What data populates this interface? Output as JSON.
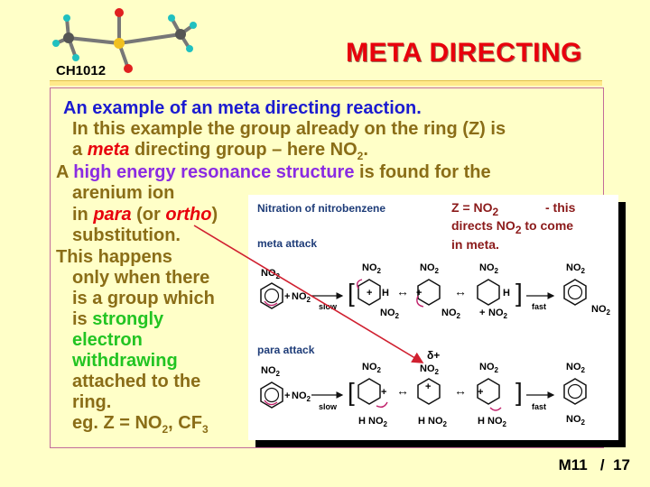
{
  "header": {
    "course_code": "CH1012",
    "title": "META DIRECTING"
  },
  "body": {
    "intro": "An example of an meta directing reaction.",
    "line2": "In this example the group already on the ring (Z) is",
    "line3_a": "a ",
    "line3_meta": "meta",
    "line3_b": " directing group – here NO",
    "line3_sub": "2",
    "line3_end": ".",
    "line4_a": "A ",
    "line4_hl": "high energy resonance structure",
    "line4_b": " is found for the",
    "line5": "arenium ion",
    "line6_a": "in ",
    "line6_para": "para",
    "line6_b": " (or ",
    "line6_ortho": "ortho",
    "line6_c": ")",
    "line7": "substitution.",
    "line8": "This happens",
    "line9": "only when there",
    "line10": "is a group which",
    "line11_a": "is ",
    "line11_hl": "strongly",
    "line12": "electron",
    "line13": "withdrawing",
    "line14": "attached to the",
    "line15": "ring.",
    "eg_a": "eg. Z = NO",
    "eg_sub1": "2",
    "eg_b": ", CF",
    "eg_sub2": "3"
  },
  "diagram": {
    "title": "Nitration of nitrobenzene",
    "meta_label": "meta attack",
    "para_label": "para attack",
    "slow": "slow",
    "fast": "fast",
    "no2": "NO",
    "no2_sub": "2",
    "h": "H",
    "plus": "+",
    "delta": "δ+"
  },
  "note": {
    "z": "Z = NO",
    "z_sub": "2",
    "this": "- this",
    "line2a": "directs NO",
    "line2_sub": "2",
    "line2b": " to come",
    "line3": "in meta."
  },
  "footer": {
    "module": "M11",
    "sep": "/",
    "page": "17"
  }
}
